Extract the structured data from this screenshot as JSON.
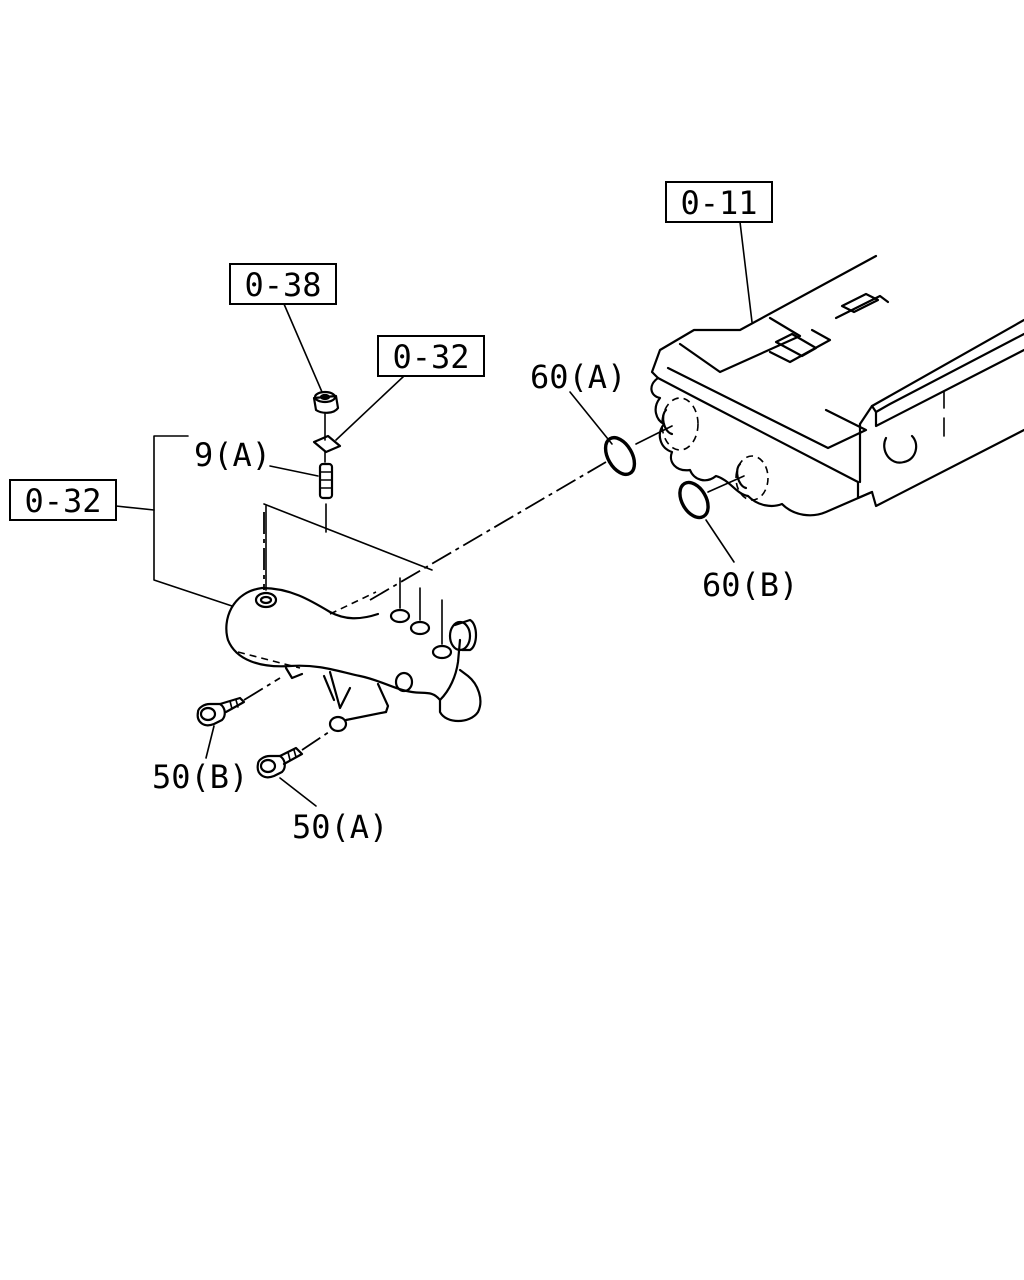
{
  "diagram": {
    "ref_boxes": {
      "cylinder_head": "0-11",
      "nut_ref": "0-38",
      "washer_ref": "0-32",
      "housing_ref": "0-32"
    },
    "callouts": {
      "stud": "9(A)",
      "o_ring_a": "60(A)",
      "o_ring_b": "60(B)",
      "bolt_a": "50(A)",
      "bolt_b": "50(B)"
    }
  }
}
